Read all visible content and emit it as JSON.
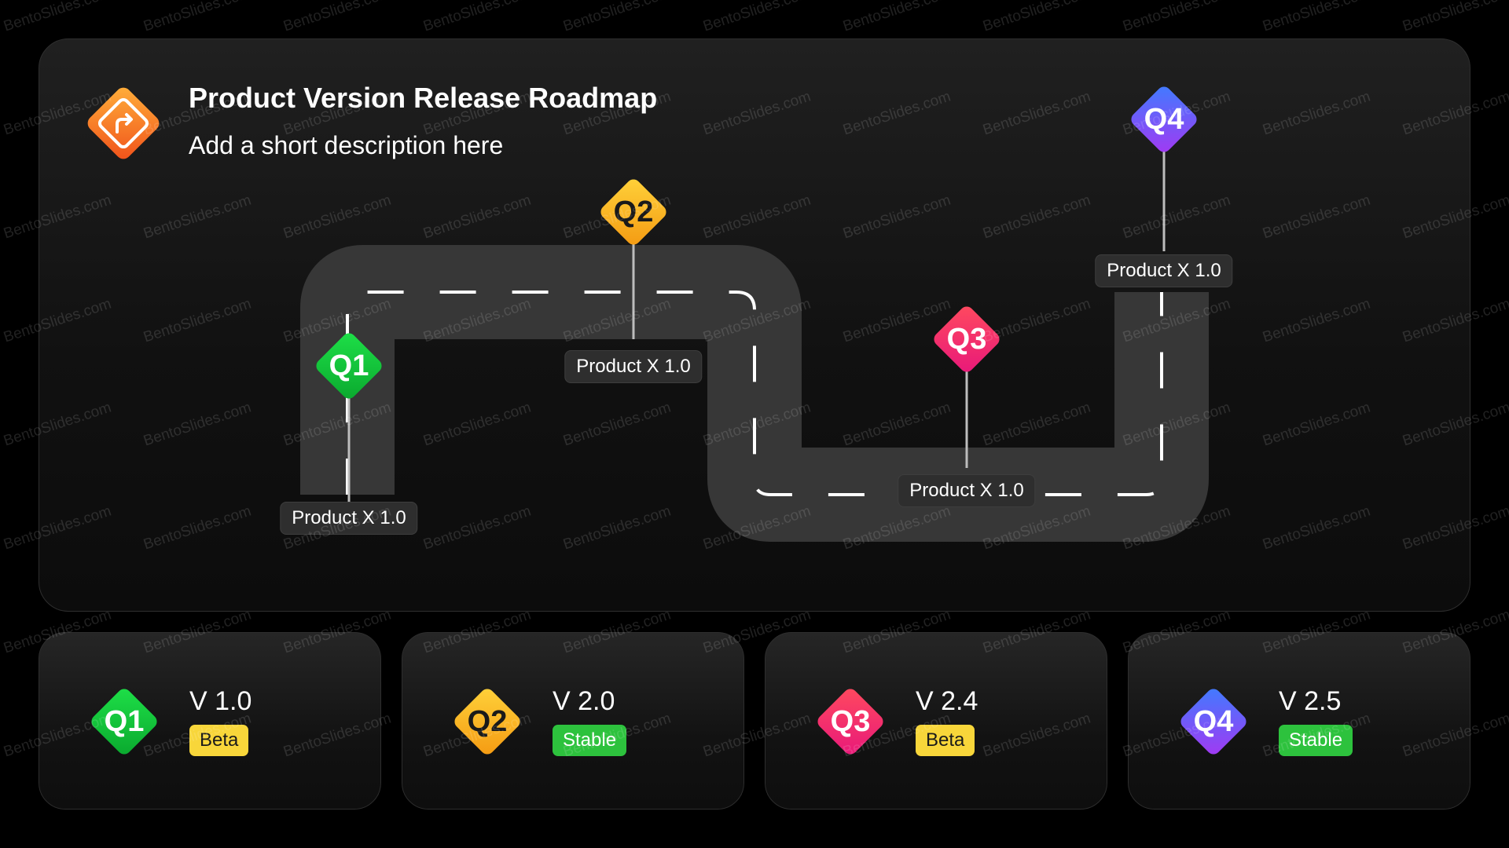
{
  "header": {
    "title": "Product Version Release Roadmap",
    "subtitle": "Add a short description here",
    "icon": "turn-right-arrow-icon"
  },
  "milestones": [
    {
      "quarter": "Q1",
      "label": "Product X 1.0",
      "colors": [
        "#1ee048",
        "#0aa82e"
      ],
      "text_color": "#ffffff"
    },
    {
      "quarter": "Q2",
      "label": "Product X 1.0",
      "colors": [
        "#ffd23a",
        "#f49a12"
      ],
      "text_color": "#1a1a1a"
    },
    {
      "quarter": "Q3",
      "label": "Product X 1.0",
      "colors": [
        "#ff4a5e",
        "#e8187a"
      ],
      "text_color": "#ffffff"
    },
    {
      "quarter": "Q4",
      "label": "Product X 1.0",
      "colors": [
        "#3f7cff",
        "#a338f2"
      ],
      "text_color": "#ffffff"
    }
  ],
  "cards": [
    {
      "quarter": "Q1",
      "version": "V 1.0",
      "badge": "Beta"
    },
    {
      "quarter": "Q2",
      "version": "V 2.0",
      "badge": "Stable"
    },
    {
      "quarter": "Q3",
      "version": "V 2.4",
      "badge": "Beta"
    },
    {
      "quarter": "Q4",
      "version": "V 2.5",
      "badge": "Stable"
    }
  ],
  "badge_colors": {
    "Beta": "#f8d63a",
    "Stable": "#2dc23d"
  },
  "watermark": "BentoSlides.com"
}
